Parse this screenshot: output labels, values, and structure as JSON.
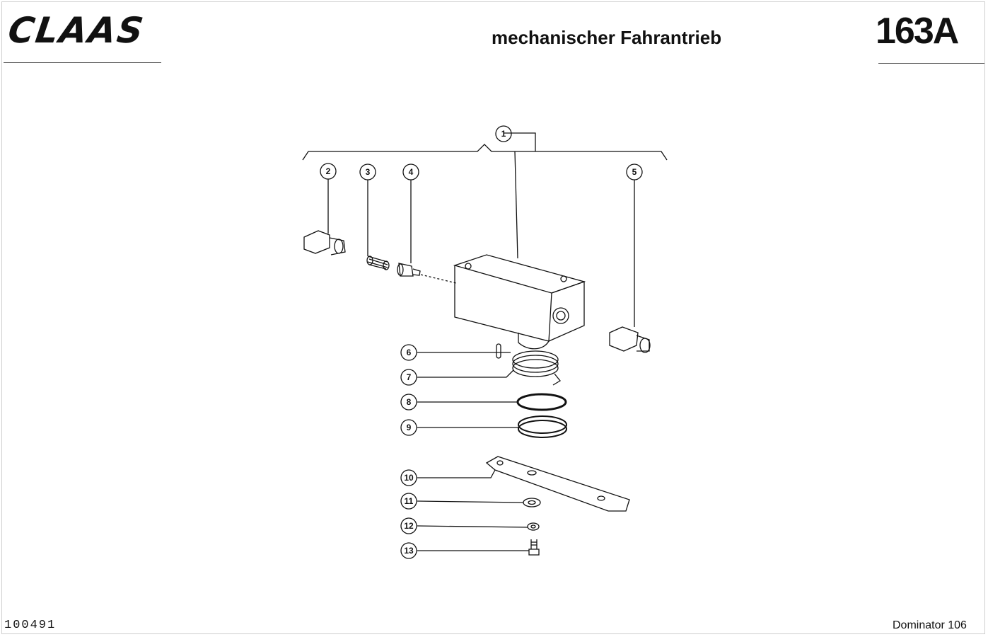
{
  "header": {
    "brand": "CLAAS",
    "title": "mechanischer Fahrantrieb",
    "sheet": "163A"
  },
  "footer": {
    "document_number": "100491",
    "machine": "Dominator 106"
  },
  "callouts": [
    "1",
    "2",
    "3",
    "4",
    "5",
    "6",
    "7",
    "8",
    "9",
    "10",
    "11",
    "12",
    "13"
  ]
}
